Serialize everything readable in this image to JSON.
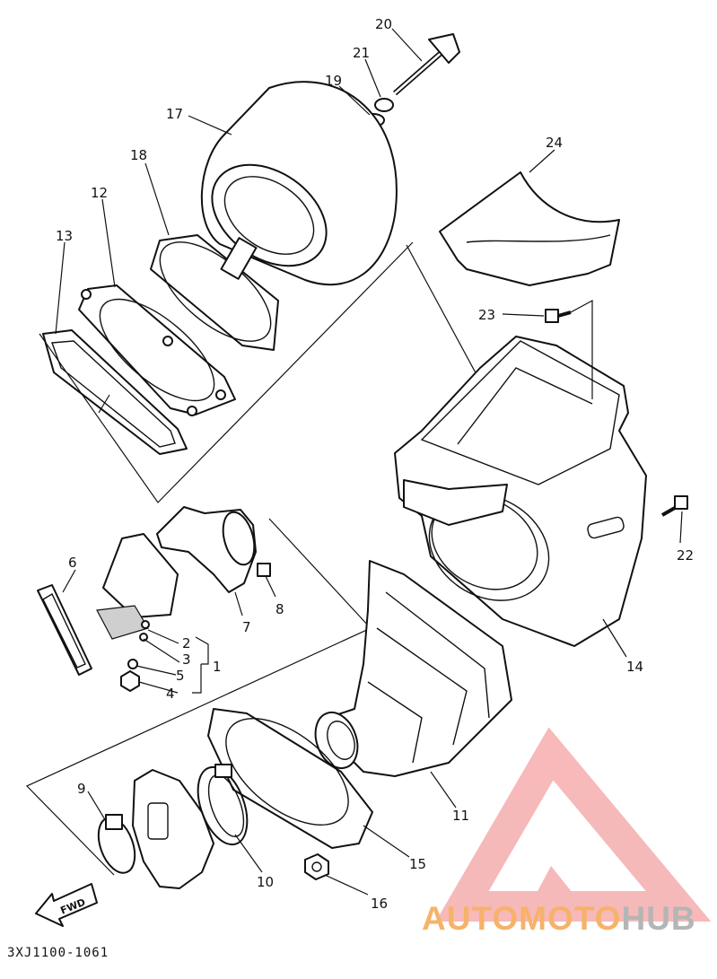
{
  "callouts": [
    "1",
    "2",
    "3",
    "4",
    "5",
    "6",
    "7",
    "8",
    "9",
    "10",
    "11",
    "12",
    "13",
    "14",
    "15",
    "16",
    "17",
    "18",
    "19",
    "20",
    "21",
    "22",
    "23",
    "24"
  ],
  "diagram_code": "3XJ1100-1061",
  "fwd_label": "FWD",
  "watermark": {
    "part1": "AUTOMOTO",
    "part2": "HUB",
    "color_red": "#f08080",
    "color_orange": "#f6b26b",
    "color_gray": "#b5b5b5"
  }
}
